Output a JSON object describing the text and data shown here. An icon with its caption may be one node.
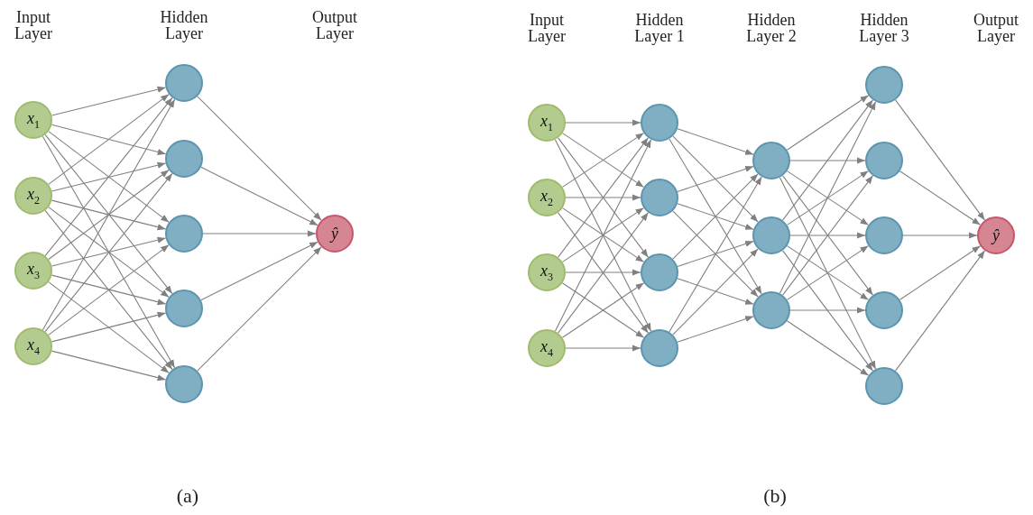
{
  "diagram": {
    "nodes": [
      {
        "text": [
          "x$_{1}$"
        ]
      },
      {
        "text": [
          "x$_{2}$"
        ]
      },
      {
        "text": [
          "x$_{3}$"
        ]
      },
      {
        "text": [
          "x$_{4}$"
        ]
      },
      {
        "text": [],
        "shape": "circle"
      },
      {
        "text": [],
        "shape": "circle"
      },
      {
        "text": [],
        "shape": "circle"
      },
      {
        "text": [],
        "shape": "circle"
      },
      {
        "text": [],
        "shape": "circle"
      },
      {
        "text": [
          "ŷ"
        ]
      },
      {
        "text": [
          "x$_{1}$"
        ]
      },
      {
        "text": [
          "x$_{2}$"
        ]
      },
      {
        "text": [
          "x$_{3}$"
        ]
      },
      {
        "text": [
          "x$_{4}$"
        ]
      },
      {
        "text": [],
        "shape": "circle"
      },
      {
        "text": [],
        "shape": "circle"
      },
      {
        "text": [],
        "shape": "circle"
      },
      {
        "text": [],
        "shape": "circle"
      },
      {
        "text": [],
        "shape": "circle"
      },
      {
        "text": [],
        "shape": "circle"
      },
      {
        "text": [],
        "shape": "circle"
      },
      {
        "text": [],
        "shape": "circle"
      },
      {
        "text": [],
        "shape": "circle"
      },
      {
        "text": [],
        "shape": "circle"
      },
      {
        "text": [],
        "shape": "circle"
      },
      {
        "text": [],
        "shape": "circle"
      },
      {
        "text": [
          "ŷ"
        ]
      }
    ],
    "edges": [
      {
        "from": 0,
        "to": 4,
        "arrow": "to"
      },
      {
        "from": 0,
        "to": 5,
        "arrow": "to"
      },
      {
        "from": 0,
        "to": 6,
        "arrow": "to"
      },
      {
        "from": 0,
        "to": 7,
        "arrow": "to"
      },
      {
        "from": 0,
        "to": 8,
        "arrow": "to"
      },
      {
        "from": 1,
        "to": 4,
        "arrow": "to"
      },
      {
        "from": 1,
        "to": 5,
        "arrow": "to"
      },
      {
        "from": 1,
        "to": 6,
        "arrow": "to"
      },
      {
        "from": 1,
        "to": 7,
        "arrow": "to"
      },
      {
        "from": 1,
        "to": 8,
        "arrow": "to"
      },
      {
        "from": 2,
        "to": 4,
        "arrow": "to"
      },
      {
        "from": 2,
        "to": 5,
        "arrow": "to"
      },
      {
        "from": 2,
        "to": 6,
        "arrow": "to"
      },
      {
        "from": 2,
        "to": 7,
        "arrow": "to"
      },
      {
        "from": 2,
        "to": 8,
        "arrow": "to"
      },
      {
        "from": 3,
        "to": 4,
        "arrow": "to"
      },
      {
        "from": 3,
        "to": 5,
        "arrow": "to"
      },
      {
        "from": 3,
        "to": 6,
        "arrow": "to"
      },
      {
        "from": 3,
        "to": 7,
        "arrow": "to"
      },
      {
        "from": 3,
        "to": 8,
        "arrow": "to"
      },
      {
        "from": 4,
        "to": 9,
        "arrow": "to"
      },
      {
        "from": 5,
        "to": 9,
        "arrow": "to"
      },
      {
        "from": 6,
        "to": 9,
        "arrow": "to"
      },
      {
        "from": 7,
        "to": 9,
        "arrow": "to"
      },
      {
        "from": 8,
        "to": 9,
        "arrow": "to"
      },
      {
        "from": 10,
        "to": 14,
        "arrow": "to"
      },
      {
        "from": 10,
        "to": 15,
        "arrow": "to"
      },
      {
        "from": 10,
        "to": 16,
        "arrow": "to"
      },
      {
        "from": 10,
        "to": 17,
        "arrow": "to"
      },
      {
        "from": 11,
        "to": 14,
        "arrow": "to"
      },
      {
        "from": 11,
        "to": 15,
        "arrow": "to"
      },
      {
        "from": 11,
        "to": 16,
        "arrow": "to"
      },
      {
        "from": 11,
        "to": 17,
        "arrow": "to"
      },
      {
        "from": 12,
        "to": 14,
        "arrow": "to"
      },
      {
        "from": 12,
        "to": 15,
        "arrow": "to"
      },
      {
        "from": 12,
        "to": 16,
        "arrow": "to"
      },
      {
        "from": 12,
        "to": 17,
        "arrow": "to"
      },
      {
        "from": 13,
        "to": 14,
        "arrow": "to"
      },
      {
        "from": 13,
        "to": 15,
        "arrow": "to"
      },
      {
        "from": 13,
        "to": 16,
        "arrow": "to"
      },
      {
        "from": 13,
        "to": 17,
        "arrow": "to"
      },
      {
        "from": 14,
        "to": 18,
        "arrow": "to"
      },
      {
        "from": 14,
        "to": 19,
        "arrow": "to"
      },
      {
        "from": 14,
        "to": 20,
        "arrow": "to"
      },
      {
        "from": 15,
        "to": 18,
        "arrow": "to"
      },
      {
        "from": 15,
        "to": 19,
        "arrow": "to"
      },
      {
        "from": 15,
        "to": 20,
        "arrow": "to"
      },
      {
        "from": 16,
        "to": 18,
        "arrow": "to"
      },
      {
        "from": 16,
        "to": 19,
        "arrow": "to"
      },
      {
        "from": 16,
        "to": 20,
        "arrow": "to"
      },
      {
        "from": 17,
        "to": 18,
        "arrow": "to"
      },
      {
        "from": 17,
        "to": 19,
        "arrow": "to"
      },
      {
        "from": 17,
        "to": 20,
        "arrow": "to"
      },
      {
        "from": 18,
        "to": 21,
        "arrow": "to"
      },
      {
        "from": 18,
        "to": 22,
        "arrow": "to"
      },
      {
        "from": 18,
        "to": 23,
        "arrow": "to"
      },
      {
        "from": 18,
        "to": 24,
        "arrow": "to"
      },
      {
        "from": 18,
        "to": 25,
        "arrow": "to"
      },
      {
        "from": 19,
        "to": 21,
        "arrow": "to"
      },
      {
        "from": 19,
        "to": 22,
        "arrow": "to"
      },
      {
        "from": 19,
        "to": 23,
        "arrow": "to"
      },
      {
        "from": 19,
        "to": 24,
        "arrow": "to"
      },
      {
        "from": 19,
        "to": 25,
        "arrow": "to"
      },
      {
        "from": 20,
        "to": 21,
        "arrow": "to"
      },
      {
        "from": 20,
        "to": 22,
        "arrow": "to"
      },
      {
        "from": 20,
        "to": 23,
        "arrow": "to"
      },
      {
        "from": 20,
        "to": 24,
        "arrow": "to"
      },
      {
        "from": 20,
        "to": 25,
        "arrow": "to"
      },
      {
        "from": 21,
        "to": 26,
        "arrow": "to"
      },
      {
        "from": 22,
        "to": 26,
        "arrow": "to"
      },
      {
        "from": 23,
        "to": 26,
        "arrow": "to"
      },
      {
        "from": 24,
        "to": 26,
        "arrow": "to"
      },
      {
        "from": 25,
        "to": 26,
        "arrow": "to"
      }
    ],
    "labels": [
      "Input Layer",
      "Hidden Layer",
      "Output Layer",
      "Input Layer",
      "Hidden Layer 1",
      "Hidden Layer 2",
      "Hidden Layer 3",
      "Output Layer",
      "(a)",
      "(b)"
    ]
  }
}
